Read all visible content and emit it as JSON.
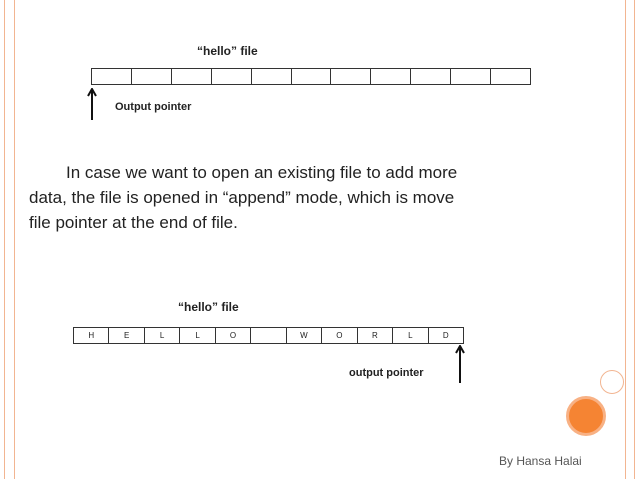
{
  "top_diagram": {
    "file_label": "“hello” file",
    "cells": [
      "",
      "",
      "",
      "",
      "",
      "",
      "",
      "",
      "",
      "",
      ""
    ],
    "pointer_label": "Output pointer"
  },
  "paragraph": {
    "line1": "In case we want to open an existing file to add more",
    "line2": "data, the file is opened in “append” mode, which is move",
    "line3": "file pointer at the end of file."
  },
  "bottom_diagram": {
    "file_label": "“hello” file",
    "cells": [
      "H",
      "E",
      "L",
      "L",
      "O",
      "",
      "W",
      "O",
      "R",
      "L",
      "D"
    ],
    "pointer_label": "output pointer"
  },
  "footer": {
    "author": "By Hansa Halai"
  },
  "colors": {
    "accent": "#f58433",
    "frame": "#f2b591"
  }
}
